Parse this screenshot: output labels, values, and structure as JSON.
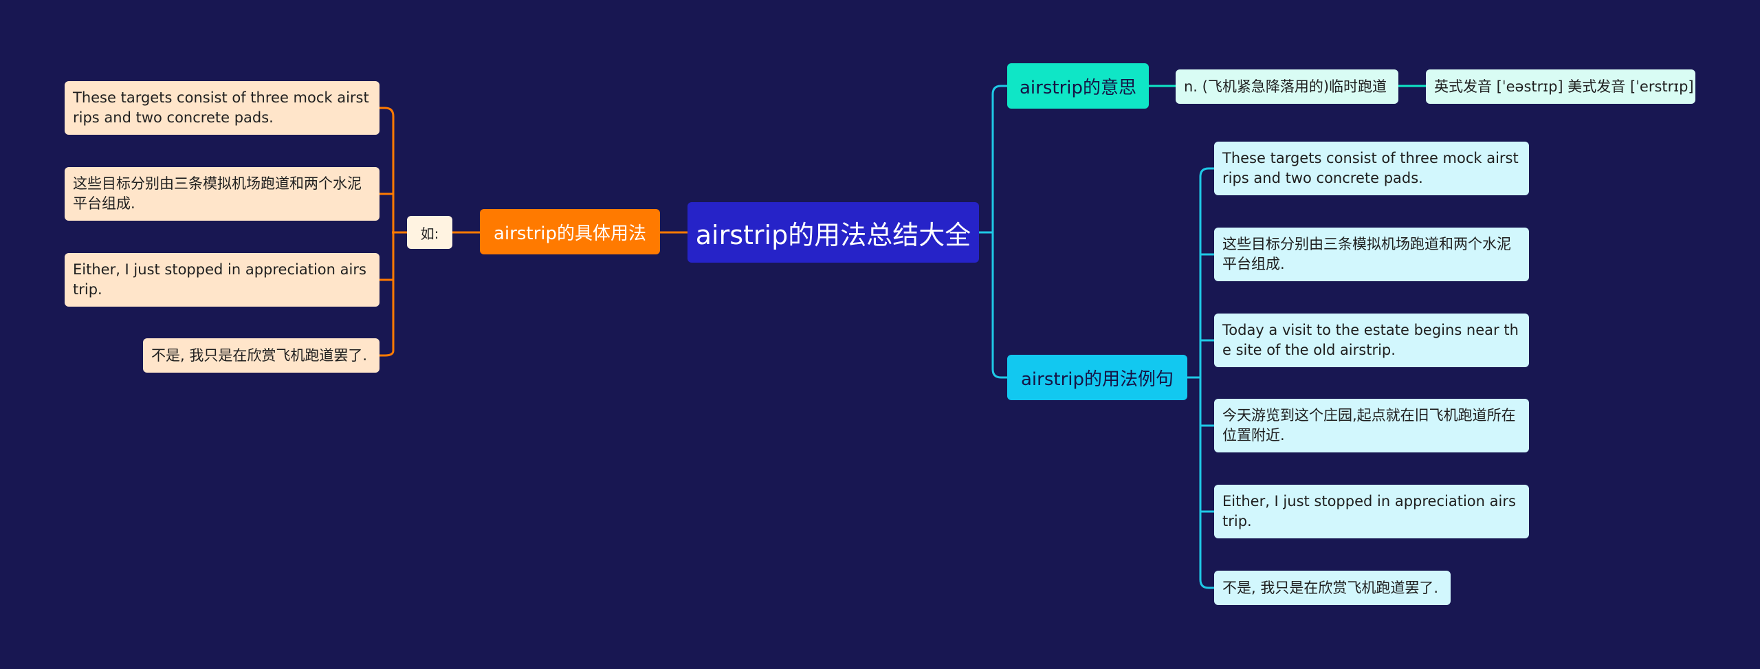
{
  "colors": {
    "background": "#181752",
    "root": "#2623c8",
    "usage_branch": "#ff7a00",
    "meaning_branch": "#0fe6c6",
    "examples_branch": "#12c8f0",
    "left_leaf": "#ffe5ca",
    "right_leaf": "#d2f7fd"
  },
  "root": {
    "title": "airstrip的用法总结大全"
  },
  "usage": {
    "title": "airstrip的具体用法",
    "sub": "如:",
    "items": [
      "These targets consist of three mock airstrips and two concrete pads.",
      "这些目标分别由三条模拟机场跑道和两个水泥平台组成.",
      "Either, I just stopped in appreciation airstrip.",
      "不是, 我只是在欣赏飞机跑道罢了."
    ]
  },
  "meaning": {
    "title": "airstrip的意思",
    "definition": "n. (飞机紧急降落用的)临时跑道",
    "pronunciation": "英式发音 [ˈeəstrɪp] 美式发音 [ˈerstrɪp]"
  },
  "examples": {
    "title": "airstrip的用法例句",
    "items": [
      "These targets consist of three mock airstrips and two concrete pads.",
      "这些目标分别由三条模拟机场跑道和两个水泥平台组成.",
      "Today a visit to the estate begins near the site of the old airstrip.",
      "今天游览到这个庄园,起点就在旧飞机跑道所在位置附近.",
      "Either, I just stopped in appreciation airstrip.",
      "不是, 我只是在欣赏飞机跑道罢了."
    ]
  }
}
